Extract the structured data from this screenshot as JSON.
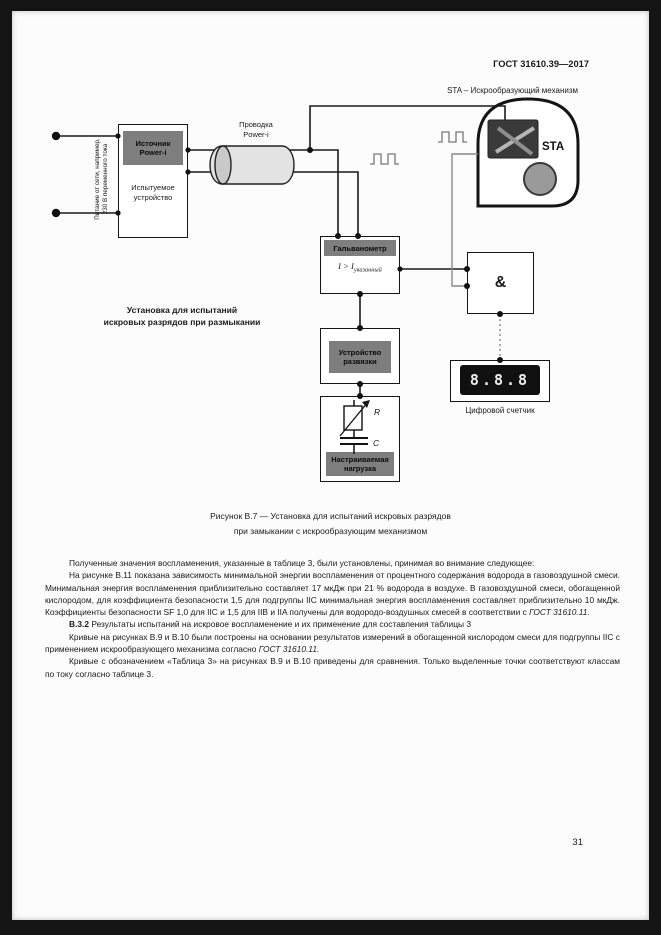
{
  "header": {
    "doc_number": "ГОСТ 31610.39—2017",
    "page_number": "31"
  },
  "diagram": {
    "sta_mech_label": "STA – Искрообразующий механизм",
    "mains_note": "Питание от сети, например,\n230 В переменного тока",
    "source_label": "Источник\nPower-i",
    "dut_label": "Испытуемое\nустройство",
    "cable_label": "Проводка\nPower-i",
    "galvanometer": {
      "title": "Гальванометр",
      "value_main": "I > I",
      "value_sub": "указанный"
    },
    "and_label": "&",
    "isolation_label": "Устройство\nразвязки",
    "load": {
      "r": "R",
      "c": "C",
      "label": "Настраиваемая\nнагрузка"
    },
    "sta_text": "STA",
    "counter": {
      "display": "8.8.8",
      "label": "Цифровой счетчик"
    },
    "break_note": "Установка для испытаний\nискровых разрядов при размыкании",
    "caption": "Рисунок В.7 — Установка для испытаний искровых разрядов\nпри замыкании с искрообразующим механизмом"
  },
  "body": {
    "p1": "Полученные значения воспламенения, указанные в таблице 3, были установлены, принимая во внимание следующее:",
    "p2_main": "На рисунке В.11 показана зависимость минимальной энергии воспламенения от процентного содержания водорода в газовоздушной смеси. Минимальная энергия воспламенения приблизительно составляет 17 мкДж при 21 % водорода в воздухе. В газовоздушной смеси, обогащенной кислородом, для коэффициента безопасности 1,5 для подгруппы IIC минимальная энергия воспламенения составляет приблизительно 10 мкДж. Коэффициенты безопасности SF 1,0 для IIC и 1,5 для IIB и IIA получены для водородо-воздушных смесей в соответствии с ",
    "p2_ref": "ГОСТ 31610.11.",
    "p3_num": "В.3.2",
    "p3_text": " Результаты испытаний на искровое воспламенение и их применение для составления таблицы 3",
    "p4_main": "Кривые на рисунках В.9 и В.10 были построены на основании результатов измерений в обогащенной кислородом смеси для подгруппы IIC с применением искрообразующего механизма согласно ",
    "p4_ref": "ГОСТ 31610.11.",
    "p5": "Кривые с обозначением «Таблица 3» на рисунках В.9 и В.10 приведены для сравнения. Только выделенные точки соответствуют классам по току согласно таблице 3."
  }
}
